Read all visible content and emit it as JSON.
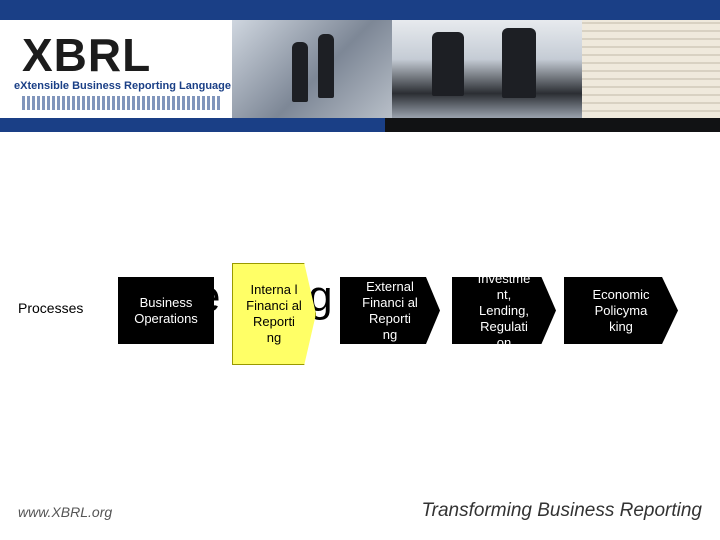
{
  "header": {
    "logo_text": "XBRL",
    "logo_tagline": "eXtensible Business Reporting Language"
  },
  "slide": {
    "process_label": "Processes",
    "background_word": "e   ll o  g",
    "chevrons": [
      {
        "label": "Business Operations"
      },
      {
        "label": "Interna l Financi al Reporti ng"
      },
      {
        "label": "External Financi al Reporti ng"
      },
      {
        "label": "Investme nt, Lending, Regulati on"
      },
      {
        "label": "Economic Policyma king"
      }
    ]
  },
  "footer": {
    "url": "www.XBRL.org",
    "tagline": "Transforming Business Reporting"
  },
  "colors": {
    "brand_blue": "#1a3f86",
    "highlight": "#ffff66"
  }
}
